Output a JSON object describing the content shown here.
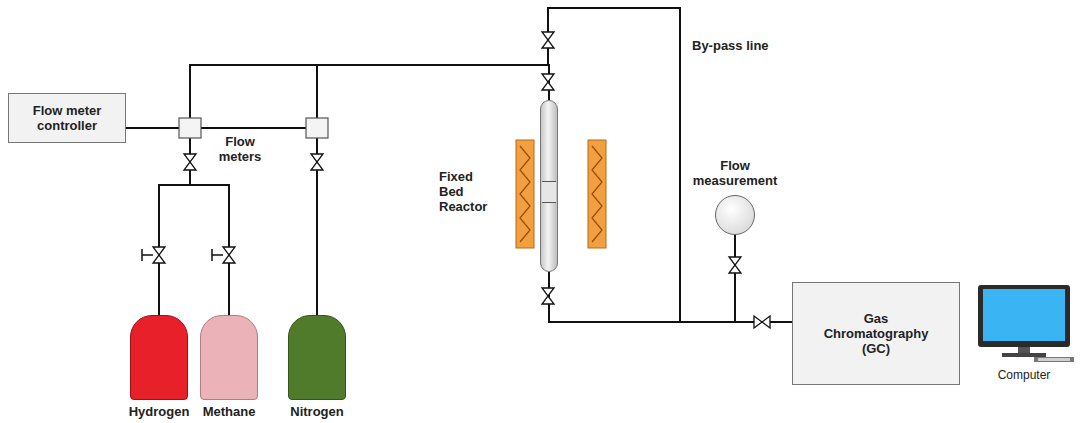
{
  "diagram": {
    "nodes": [
      {
        "text": [
          "Flow meter controller"
        ]
      },
      {
        "text": [
          "Hydrogen"
        ]
      },
      {
        "text": [
          "Methane"
        ]
      },
      {
        "text": [
          "Nitrogen"
        ]
      },
      {
        "text": [
          "Fixed Bed Reactor"
        ]
      },
      {
        "text": [
          "Flow measurement"
        ]
      },
      {
        "text": [
          "Gas Chromatography (GC)"
        ]
      },
      {
        "text": [
          "Computer"
        ]
      }
    ],
    "edges": [
      {
        "from": 1,
        "to": 4,
        "arrow": "none"
      },
      {
        "from": 2,
        "to": 4,
        "arrow": "none"
      },
      {
        "from": 3,
        "to": 4,
        "arrow": "none"
      },
      {
        "from": 4,
        "to": 6,
        "arrow": "none"
      },
      {
        "from": 4,
        "to": 5,
        "arrow": "none"
      }
    ],
    "labels": [
      "Flow meters",
      "By-pass line"
    ]
  }
}
